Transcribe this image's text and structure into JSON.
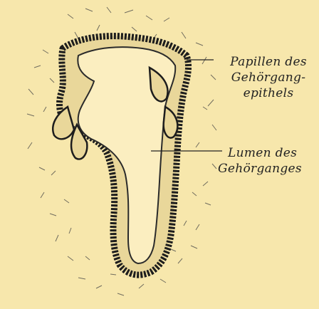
{
  "labels": {
    "papillen": [
      "Papillen des",
      "Gehörgang-",
      "epithels"
    ],
    "lumen": [
      "Lumen des",
      "Gehörganges"
    ]
  },
  "colors": {
    "background": "#f7e7ac",
    "ink": "#222222",
    "lumen_fill": "#fbeec0"
  }
}
